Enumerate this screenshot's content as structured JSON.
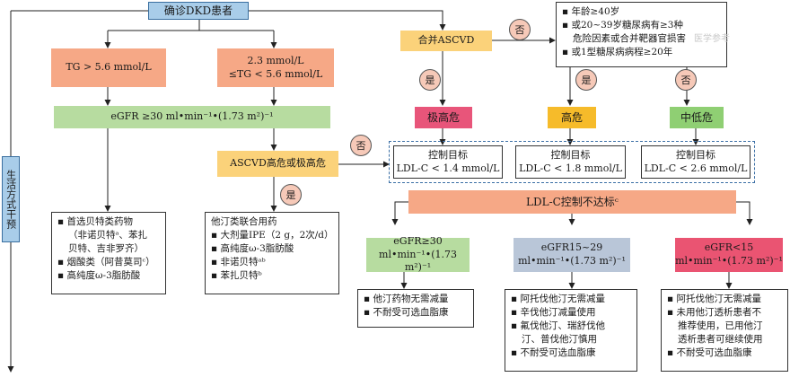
{
  "start": "确诊DKD患者",
  "lifestyle": "生活方式干预",
  "left": {
    "tg_high": "TG > 5.6 mmol/L",
    "tg_mid_line1": "2.3 mmol/L",
    "tg_mid_line2": "≤TG < 5.6 mmol/L",
    "egfr": "eGFR ≥30 ml•min⁻¹•(1.73 m²)⁻¹",
    "ascvd_risk": "ASCVD高危或极高危",
    "yes": "是",
    "no": "否",
    "list1": [
      "首选贝特类药物",
      "（非诺贝特ᵃ、苯扎",
      "贝特、吉非罗齐）",
      "烟酸类（阿昔莫司ᶜ）",
      "高纯度ω-3脂肪酸"
    ],
    "list2": [
      "他汀类联合用药",
      "大剂量IPE（2 g，2次/d）",
      "高纯度ω-3脂肪酸",
      "非诺贝特ᵃᵇ",
      "苯扎贝特ᵇ"
    ]
  },
  "right": {
    "ascvd": "合并ASCVD",
    "no": "否",
    "yes1": "是",
    "yes2": "是",
    "no2": "否",
    "criteria": [
      "年龄≥40岁",
      "或20~39岁糖尿病有≥3种",
      "危险因素或合并靶器官损害",
      "或1型糖尿病病程≥20年"
    ],
    "risk_very_high": "极高危",
    "risk_high": "高危",
    "risk_mid": "中低危",
    "target_label": "控制目标",
    "target1": "LDL-C < 1.4 mmol/L",
    "target2": "LDL-C < 1.8 mmol/L",
    "target3": "LDL-C < 2.6 mmol/L",
    "not_reached": "LDL-C控制不达标ᶜ",
    "egfr_a_line1": "eGFR≥30",
    "egfr_a_line2": "ml•min⁻¹•(1.73 m²)⁻¹",
    "egfr_b_line1": "eGFR15~29",
    "egfr_b_line2": "ml•min⁻¹•(1.73 m²)⁻¹",
    "egfr_c_line1": "eGFR<15",
    "egfr_c_line2": "ml•min⁻¹•(1.73 m²)⁻¹",
    "listA": [
      "他汀药物无需减量",
      "不耐受可选血脂康"
    ],
    "listB": [
      "阿托伐他汀无需减量",
      "辛伐他汀减量使用",
      "氟伐他汀、瑞舒伐他",
      "汀、普伐他汀慎用",
      "不耐受可选血脂康"
    ],
    "listC": [
      "阿托伐他汀无需减量",
      "未用他汀透析患者不",
      "推荐使用，已用他汀",
      "透析患者可继续使用",
      "不耐受可选血脂康"
    ]
  },
  "watermark": "医学参考"
}
